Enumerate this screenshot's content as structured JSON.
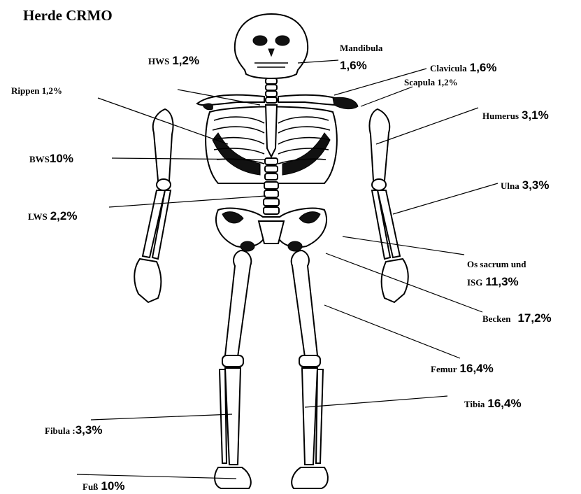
{
  "title": "Herde CRMO",
  "labels": [
    {
      "id": "mandibula",
      "name": "Mandibula",
      "value": "1,6%"
    },
    {
      "id": "hws",
      "name": "HWS",
      "value": "1,2%"
    },
    {
      "id": "clavicula",
      "name": "Clavicula",
      "value": "1,6%"
    },
    {
      "id": "scapula",
      "name": "Scapula 1,2%",
      "value": ""
    },
    {
      "id": "rippen",
      "name": "Rippen 1,2%",
      "value": ""
    },
    {
      "id": "humerus",
      "name": "Humerus",
      "value": "3,1%"
    },
    {
      "id": "bws",
      "name": "BWS",
      "value": "10%"
    },
    {
      "id": "ulna",
      "name": "Ulna",
      "value": "3,3%"
    },
    {
      "id": "lws",
      "name": "LWS",
      "value": "2,2%"
    },
    {
      "id": "os-sacrum",
      "name": "Os sacrum und",
      "value": ""
    },
    {
      "id": "isg",
      "name": "ISG",
      "value": "11,3%"
    },
    {
      "id": "becken",
      "name": "Becken",
      "value": "17,2%"
    },
    {
      "id": "femur",
      "name": "Femur",
      "value": "16,4%"
    },
    {
      "id": "tibia",
      "name": "Tibia",
      "value": "16,4%"
    },
    {
      "id": "fibula",
      "name": "Fibula :",
      "value": "3,3%"
    },
    {
      "id": "fuss",
      "name": "Fuß",
      "value": "10%"
    }
  ]
}
